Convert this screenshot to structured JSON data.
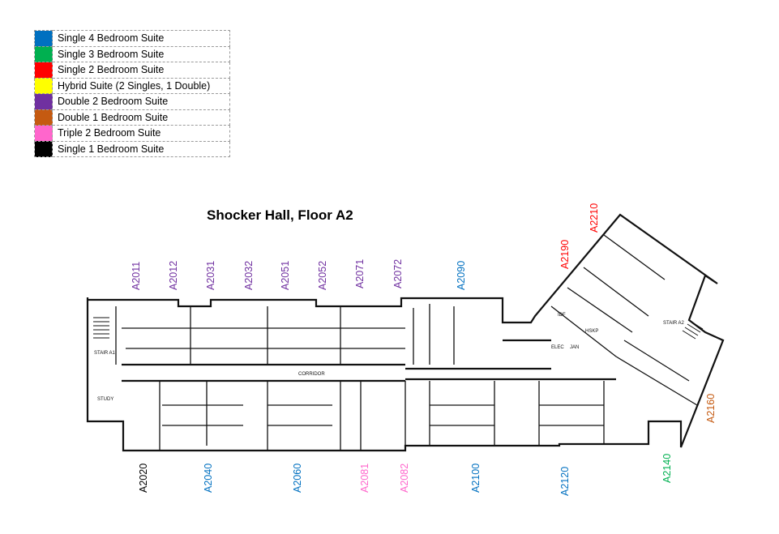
{
  "legend": [
    {
      "label": "Single 4 Bedroom Suite",
      "color": "#0070C0"
    },
    {
      "label": "Single 3 Bedroom Suite",
      "color": "#00B050"
    },
    {
      "label": "Single 2 Bedroom Suite",
      "color": "#FF0000"
    },
    {
      "label": "Hybrid Suite (2 Singles, 1 Double)",
      "color": "#FFFF00"
    },
    {
      "label": "Double 2 Bedroom Suite",
      "color": "#7030A0"
    },
    {
      "label": "Double 1 Bedroom Suite",
      "color": "#C55A11"
    },
    {
      "label": "Triple 2 Bedroom Suite",
      "color": "#FF66CC"
    },
    {
      "label": "Single 1 Bedroom Suite",
      "color": "#000000"
    }
  ],
  "title": "Shocker Hall, Floor A2",
  "suites_top": [
    {
      "label": "A2011",
      "color": "#7030A0"
    },
    {
      "label": "A2012",
      "color": "#7030A0"
    },
    {
      "label": "A2031",
      "color": "#7030A0"
    },
    {
      "label": "A2032",
      "color": "#7030A0"
    },
    {
      "label": "A2051",
      "color": "#7030A0"
    },
    {
      "label": "A2052",
      "color": "#7030A0"
    },
    {
      "label": "A2071",
      "color": "#7030A0"
    },
    {
      "label": "A2072",
      "color": "#7030A0"
    },
    {
      "label": "A2090",
      "color": "#0070C0"
    },
    {
      "label": "A2190",
      "color": "#FF0000"
    },
    {
      "label": "A2210",
      "color": "#FF0000"
    }
  ],
  "suites_bottom": [
    {
      "label": "A2020",
      "color": "#000000"
    },
    {
      "label": "A2040",
      "color": "#0070C0"
    },
    {
      "label": "A2060",
      "color": "#0070C0"
    },
    {
      "label": "A2081",
      "color": "#FF66CC"
    },
    {
      "label": "A2082",
      "color": "#FF66CC"
    },
    {
      "label": "A2100",
      "color": "#0070C0"
    },
    {
      "label": "A2120",
      "color": "#0070C0"
    },
    {
      "label": "A2140",
      "color": "#00B050"
    },
    {
      "label": "A2160",
      "color": "#C55A11"
    }
  ],
  "plan_labels": {
    "stair_a1": "STAIR A1",
    "stair_a2": "STAIR A2",
    "study": "STUDY",
    "corridor": "CORRIDOR",
    "idf": "IDF",
    "hskp": "HSKP",
    "elec": "ELEC",
    "jan": "JAN"
  }
}
